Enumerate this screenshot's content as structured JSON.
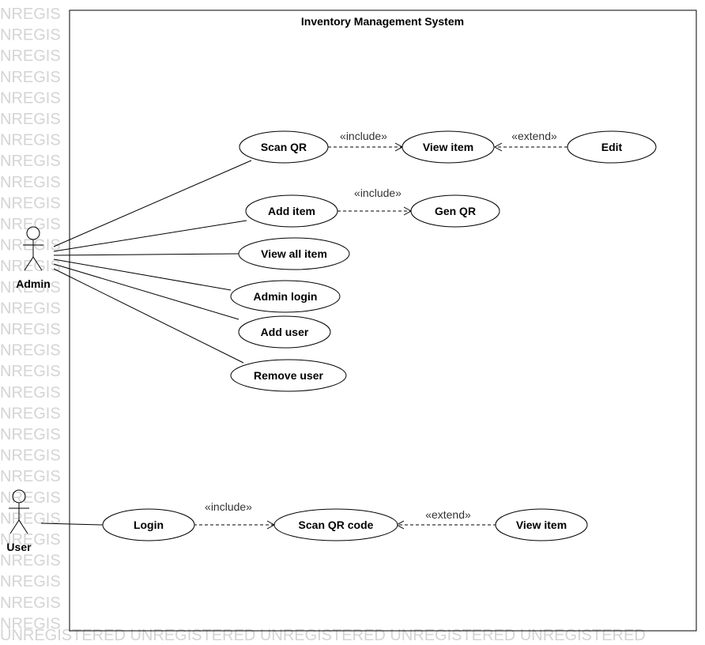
{
  "system": {
    "title": "Inventory Management System"
  },
  "actors": {
    "admin": "Admin",
    "user": "User"
  },
  "use_cases": {
    "scan_qr": "Scan QR",
    "view_item": "View item",
    "edit": "Edit",
    "add_item": "Add item",
    "gen_qr": "Gen QR",
    "view_all_item": "View all item",
    "admin_login": "Admin login",
    "add_user": "Add user",
    "remove_user": "Remove user",
    "login": "Login",
    "scan_qr_code": "Scan QR code",
    "user_view_item": "View item"
  },
  "relations": {
    "include": "«include»",
    "extend": "«extend»"
  },
  "watermark": {
    "left_fragment": "NREGIS",
    "bottom_row": "UNREGISTERED UNREGISTERED UNREGISTERED UNREGISTERED UNREGISTERED"
  }
}
